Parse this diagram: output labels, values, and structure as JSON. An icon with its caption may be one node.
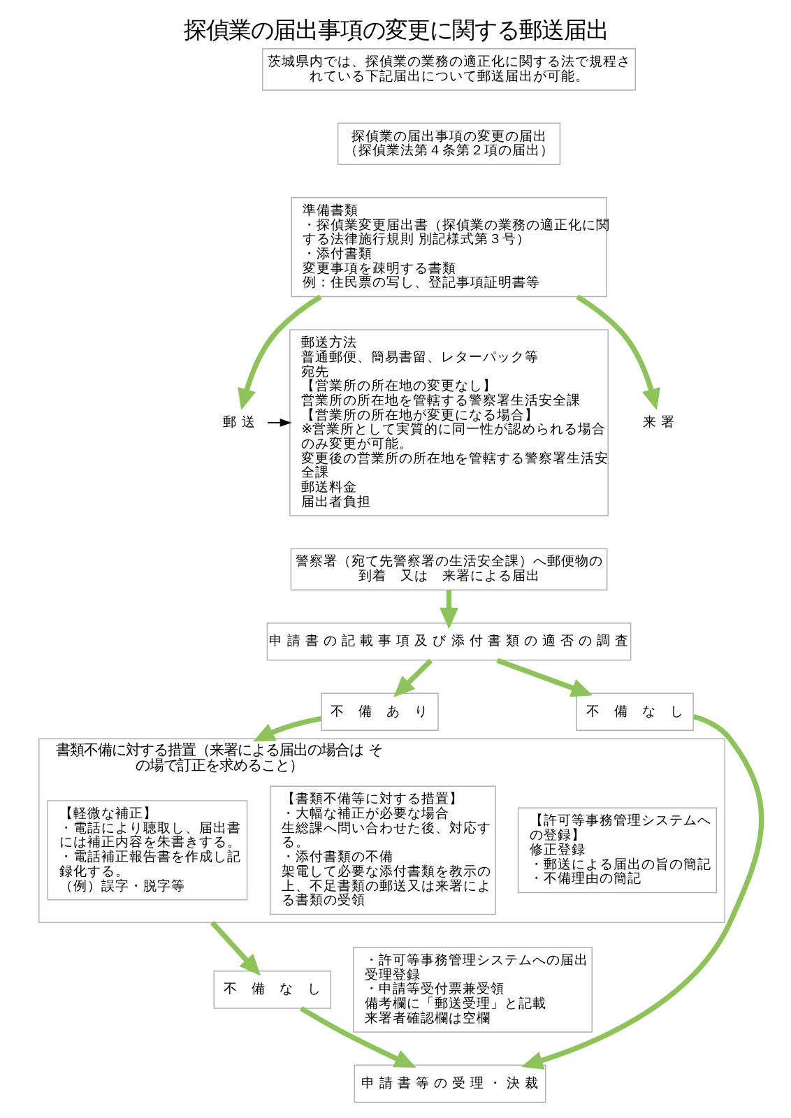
{
  "diagram": {
    "title": "探偵業の届出事項の変更に関する郵送届出",
    "nodes": [
      {
        "text": [
          "茨城県内では、探偵業の業務の適正化に関する法で規程されている下記届出について郵送届出が可能。"
        ]
      },
      {
        "text": [
          "探偵業の届出事項の変更の届出",
          "（探偵業法第４条第２項の届出）"
        ]
      },
      {
        "text": [
          "準備書類",
          "・探偵業変更届出書（探偵業の業務の適正化に関する法律施行規則 別記様式第３号）",
          "・添付書類",
          "変更事項を疎明する書類",
          "例：住民票の写し、登記事項証明書等"
        ]
      },
      {
        "text": [
          "郵 送"
        ]
      },
      {
        "text": [
          "郵送方法",
          "普通郵便、簡易書留、レターパック等",
          "宛先",
          "【営業所の所在地の変更なし】",
          "営業所の所在地を管轄する警察署生活安全課",
          "【営業所の所在地が変更になる場合】",
          "※営業所として実質的に同一性が認められる場合のみ変更が可能。",
          "変更後の営業所の所在地を管轄する警察署生活安全課",
          "郵送料金",
          "届出者負担"
        ]
      },
      {
        "text": [
          "来 署"
        ]
      },
      {
        "text": [
          "警察署（宛て先警察署の生活安全課）へ郵便物の到着　又は　来署による届出"
        ]
      },
      {
        "text": [
          "申 請 書 の 記 載 事 項 及 び 添 付 書 類 の 適 否 の 調 査"
        ]
      },
      {
        "text": [
          "不　備　あ　り"
        ]
      },
      {
        "text": [
          "不　備　な　し"
        ]
      },
      {
        "text": [
          "書類不備に対する措置（来署による届出の場合は その場で訂正を求めること）"
        ]
      },
      {
        "text": [
          "【軽微な補正】",
          "・電話により聴取し、届出書には補正内容を朱書きする。",
          "・電話補正報告書を作成し記録化する。",
          "（例）誤字・脱字等"
        ],
        "in": 10
      },
      {
        "text": [
          "【書類不備等に対する措置】",
          "・大幅な補正が必要な場合",
          "生総課へ問い合わせた後、対応する。",
          "・添付書類の不備",
          "架電して必要な添付書類を教示の上、不足書類の郵送又は来署による書類の受領"
        ],
        "in": 10
      },
      {
        "text": [
          "【許可等事務管理システムへの登録】",
          "修正登録",
          "・郵送による届出の旨の簡記",
          "・不備理由の簡記"
        ],
        "in": 10
      },
      {
        "text": [
          "不　備　な　し"
        ]
      },
      {
        "text": [
          "・許可等事務管理システムへの届出受理登録",
          "・申請等受付票兼受領",
          "備考欄に「郵送受理」と記載",
          "来署者確認欄は空欄"
        ]
      },
      {
        "text": [
          "申 請 書 等 の 受 理 ・ 決 裁"
        ]
      }
    ],
    "edges": [
      {
        "from": 2,
        "to": 3,
        "arrow": "to"
      },
      {
        "from": 3,
        "to": 4,
        "arrow": "to",
        "color": "#000000"
      },
      {
        "from": 2,
        "to": 5,
        "arrow": "to"
      },
      {
        "from": 6,
        "to": 7,
        "arrow": "to"
      },
      {
        "from": 7,
        "to": 8,
        "arrow": "to"
      },
      {
        "from": 7,
        "to": 9,
        "arrow": "to"
      },
      {
        "from": 8,
        "to": 10,
        "arrow": "to"
      },
      {
        "from": 10,
        "to": 14,
        "arrow": "to"
      },
      {
        "from": 14,
        "to": 16,
        "arrow": "to"
      },
      {
        "from": 9,
        "to": 16,
        "arrow": "to"
      }
    ]
  }
}
